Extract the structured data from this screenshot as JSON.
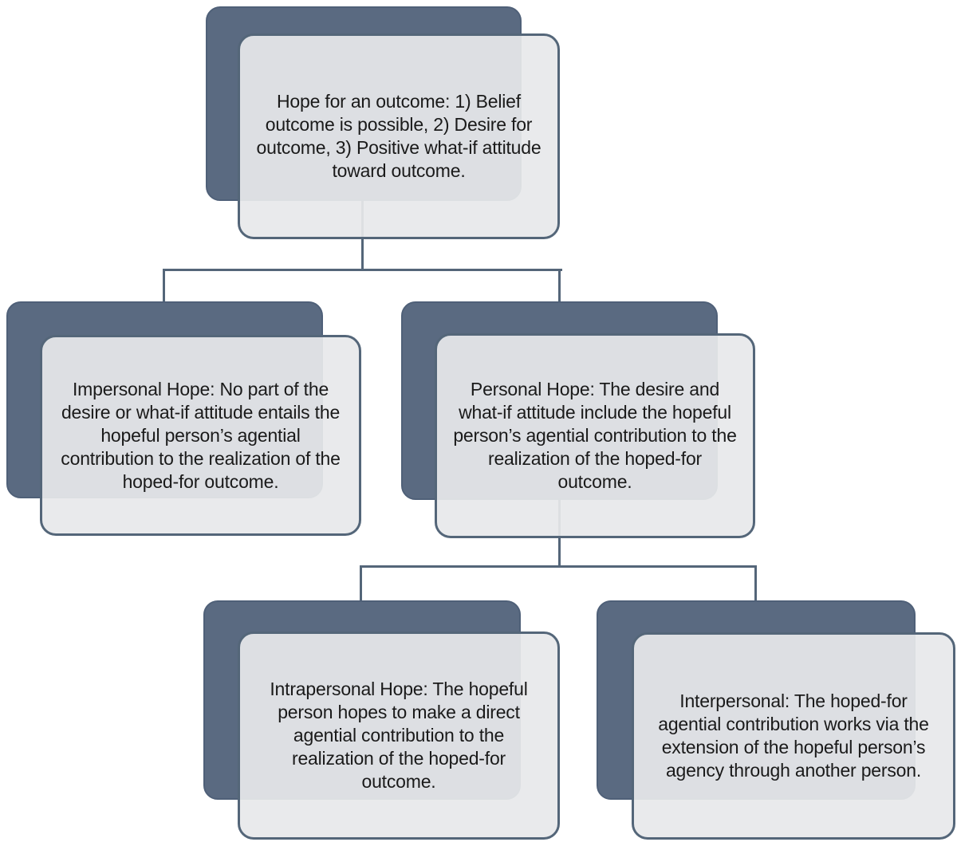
{
  "diagram": {
    "type": "hierarchy",
    "background": "#ffffff",
    "colors": {
      "back_shape_fill": "#5a6a81",
      "back_shape_outline": "#4f6078",
      "front_shape_fill": "rgba(231,232,235,0.93)",
      "front_shape_outline": "#546679",
      "connector": "#546679",
      "text": "#1a1a1a"
    },
    "nodes": {
      "hope": {
        "text": "Hope for an outcome: 1) Belief outcome is possible, 2) Desire for outcome, 3) Positive what-if attitude toward outcome.",
        "children": [
          "impersonal",
          "personal"
        ]
      },
      "impersonal": {
        "text": "Impersonal Hope: No part of the desire or what-if attitude entails the hopeful person’s agential contribution to the realization of the hoped-for outcome.",
        "children": []
      },
      "personal": {
        "text": "Personal Hope: The desire and what-if attitude include the hopeful person’s agential contribution to the realization of the hoped-for outcome.",
        "children": [
          "intrapersonal",
          "interpersonal"
        ]
      },
      "intrapersonal": {
        "text": "Intrapersonal Hope: The hopeful person hopes to make a direct agential contribution to the realization of the hoped-for outcome.",
        "children": []
      },
      "interpersonal": {
        "text": "Interpersonal: The hoped-for agential contribution works via the extension of the hopeful person’s agency through another person.",
        "children": []
      }
    }
  }
}
